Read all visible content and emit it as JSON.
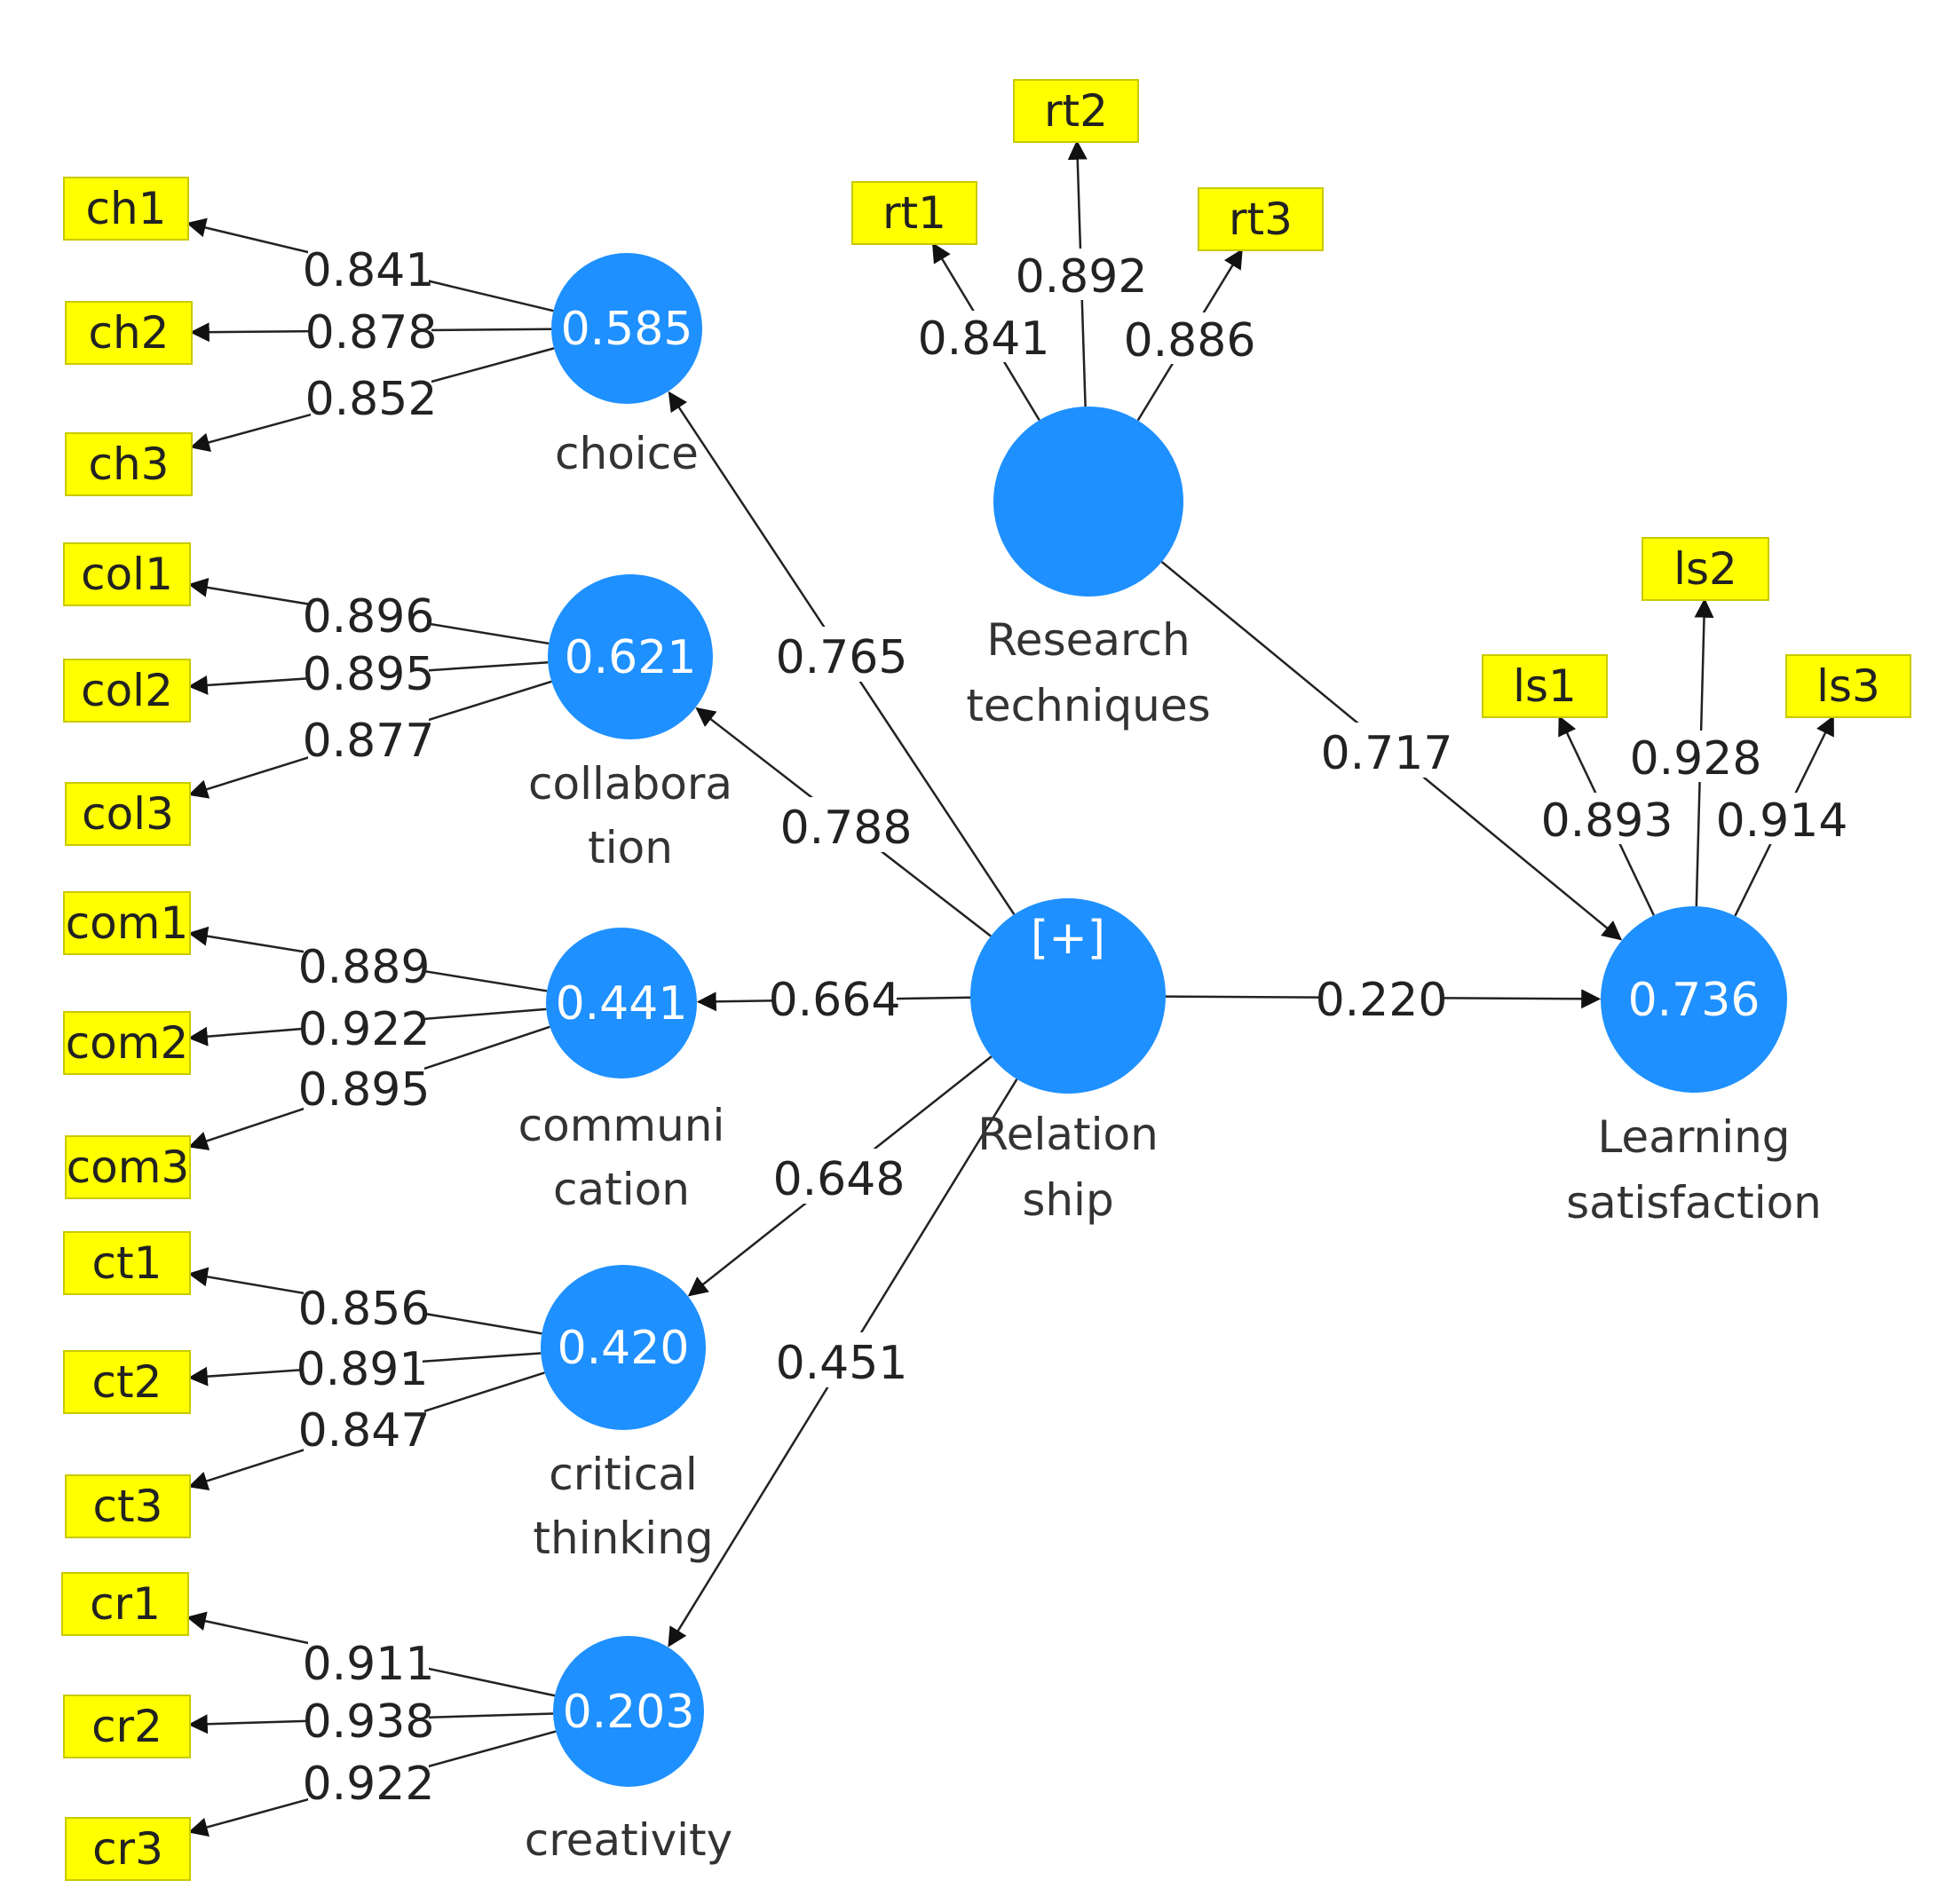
{
  "constructs": {
    "choice": {
      "r2": "0.585",
      "name": [
        "choice"
      ]
    },
    "collab": {
      "r2": "0.621",
      "name": [
        "collabora",
        "tion"
      ]
    },
    "comm": {
      "r2": "0.441",
      "name": [
        "communi",
        "cation"
      ]
    },
    "critical": {
      "r2": "0.420",
      "name": [
        "critical",
        "thinking"
      ]
    },
    "creat": {
      "r2": "0.203",
      "name": [
        "creativity"
      ]
    },
    "research": {
      "r2": "",
      "name": [
        "Research",
        "techniques"
      ]
    },
    "relation": {
      "r2": "[+]",
      "name": [
        "Relation",
        "ship"
      ]
    },
    "learning": {
      "r2": "0.736",
      "name": [
        "Learning",
        "satisfaction"
      ]
    }
  },
  "indicators": {
    "ch1": "ch1",
    "ch2": "ch2",
    "ch3": "ch3",
    "col1": "col1",
    "col2": "col2",
    "col3": "col3",
    "com1": "com1",
    "com2": "com2",
    "com3": "com3",
    "ct1": "ct1",
    "ct2": "ct2",
    "ct3": "ct3",
    "cr1": "cr1",
    "cr2": "cr2",
    "cr3": "cr3",
    "rt1": "rt1",
    "rt2": "rt2",
    "rt3": "rt3",
    "ls1": "ls1",
    "ls2": "ls2",
    "ls3": "ls3"
  },
  "loadings": {
    "ch1": "0.841",
    "ch2": "0.878",
    "ch3": "0.852",
    "col1": "0.896",
    "col2": "0.895",
    "col3": "0.877",
    "com1": "0.889",
    "com2": "0.922",
    "com3": "0.895",
    "ct1": "0.856",
    "ct2": "0.891",
    "ct3": "0.847",
    "cr1": "0.911",
    "cr2": "0.938",
    "cr3": "0.922",
    "rt1": "0.841",
    "rt2": "0.892",
    "rt3": "0.886",
    "ls1": "0.893",
    "ls2": "0.928",
    "ls3": "0.914"
  },
  "paths": {
    "rel_choice": "0.765",
    "rel_collab": "0.788",
    "rel_comm": "0.664",
    "rel_critical": "0.648",
    "rel_creat": "0.451",
    "rel_learning": "0.220",
    "research_learning": "0.717"
  },
  "colors": {
    "construct_fill": "#1e90ff",
    "indicator_fill": "#ffff00",
    "line": "#222222"
  }
}
